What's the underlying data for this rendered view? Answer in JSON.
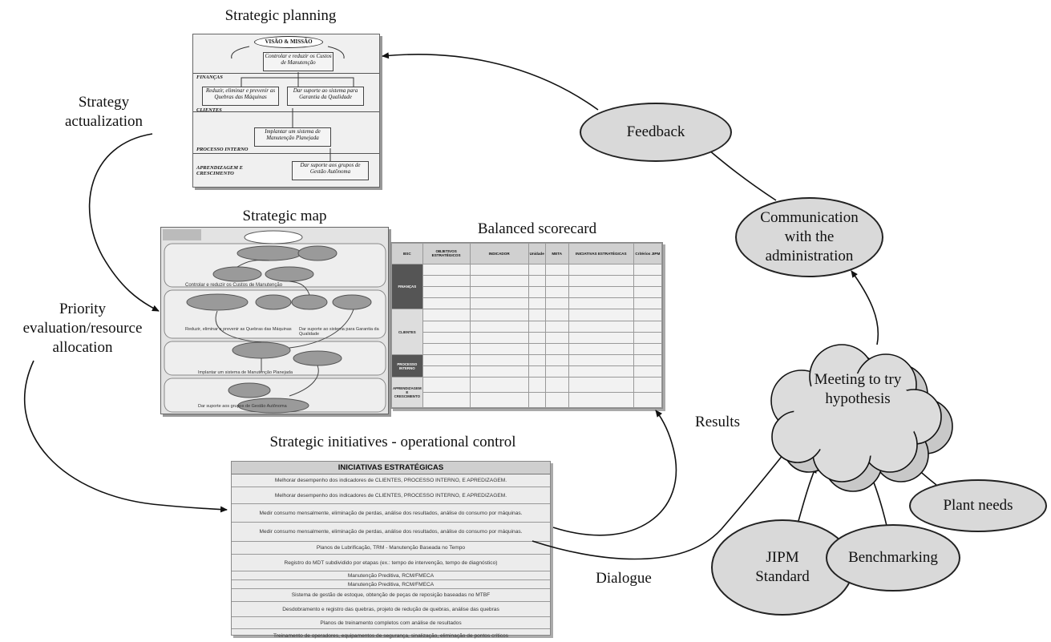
{
  "titles": {
    "strategic_planning": "Strategic planning",
    "strategic_map": "Strategic map",
    "balanced_scorecard": "Balanced scorecard",
    "initiatives": "Strategic initiatives - operational control"
  },
  "side_labels": {
    "strategy_actualization": "Strategy actualization",
    "priority_evaluation": "Priority evaluation/resource allocation",
    "results": "Results",
    "dialogue": "Dialogue"
  },
  "nodes": {
    "feedback": "Feedback",
    "communication": "Communication with the administration",
    "meeting": "Meeting to try hypothesis",
    "jipm": "JIPM Standard",
    "benchmarking": "Benchmarking",
    "plant_needs": "Plant needs"
  },
  "planning_thumb": {
    "vision": "VISÃO & MISSÃO",
    "box_costs": "Controlar e reduzir os Custos de Manutenção",
    "box_breaks": "Reduzir, eliminar e prevenir as Quebras das Máquinas",
    "box_quality": "Dar suporte ao sistema para Garantia da Qualidade",
    "box_planned": "Implantar um sistema de Manutenção Planejada",
    "box_autonomous": "Dar suporte aos grupos de Gestão Autônoma",
    "tag_finance": "FINANÇAS",
    "tag_clients": "CLIENTES",
    "tag_process": "PROCESSO INTERNO",
    "tag_learning": "APRENDIZAGEM E CRESCIMENTO"
  },
  "map_thumb": {
    "t1": "Controlar e reduzir os Custos de Manutenção",
    "t2": "Reduzir, eliminar e prevenir as Quebras das Máquinas",
    "t3": "Dar suporte ao sistema para Garantia da Qualidade",
    "t4": "Implantar um sistema de Manutenção Planejada",
    "t5": "Dar suporte aos grupos de Gestão Autônoma"
  },
  "scorecard": {
    "headers": [
      "BSC",
      "OBJETIVOS ESTRATÉGICOS",
      "INDICADOR",
      "Unidade",
      "META",
      "INICIATIVAS ESTRATÉGICAS",
      "Critérios JIPM"
    ],
    "sections": [
      "FINANÇAS",
      "CLIENTES",
      "PROCESSO INTERNO",
      "APRENDIZAGEM E CRESCIMENTO"
    ]
  },
  "initiatives": {
    "header": "INICIATIVAS ESTRATÉGICAS",
    "rows": [
      "Melhorar desempenho dos indicadores de CLIENTES, PROCESSO INTERNO, E APREDIZAGEM.",
      "Melhorar desempenho dos indicadores de CLIENTES, PROCESSO INTERNO, E APREDIZAGEM.",
      "Medir consumo mensalmente, eliminação de perdas, análise dos resultados, análise do consumo por máquinas.",
      "Medir consumo mensalmente, eliminação de perdas, análise dos resultados, análise do consumo por máquinas.",
      "Planos de Lubrificação, TRM - Manutenção Baseada no Tempo",
      "Registro do MDT subdividido por etapas (ex.: tempo de intervenção, tempo de diagnóstico)",
      "Manutenção Preditiva, RCM/FMECA",
      "Manutenção Preditiva, RCM/FMECA",
      "Sistema de gestão de estoque, obtenção de peças de reposição baseadas no MTBF",
      "Desdobramento e registro das quebras, projeto de redução de quebras, análise das quebras",
      "Planos de treinamento completos com análise de resultados",
      "Treinamento de operadores, equipamentos de segurança, sinalização, eliminação de pontos críticos"
    ]
  }
}
